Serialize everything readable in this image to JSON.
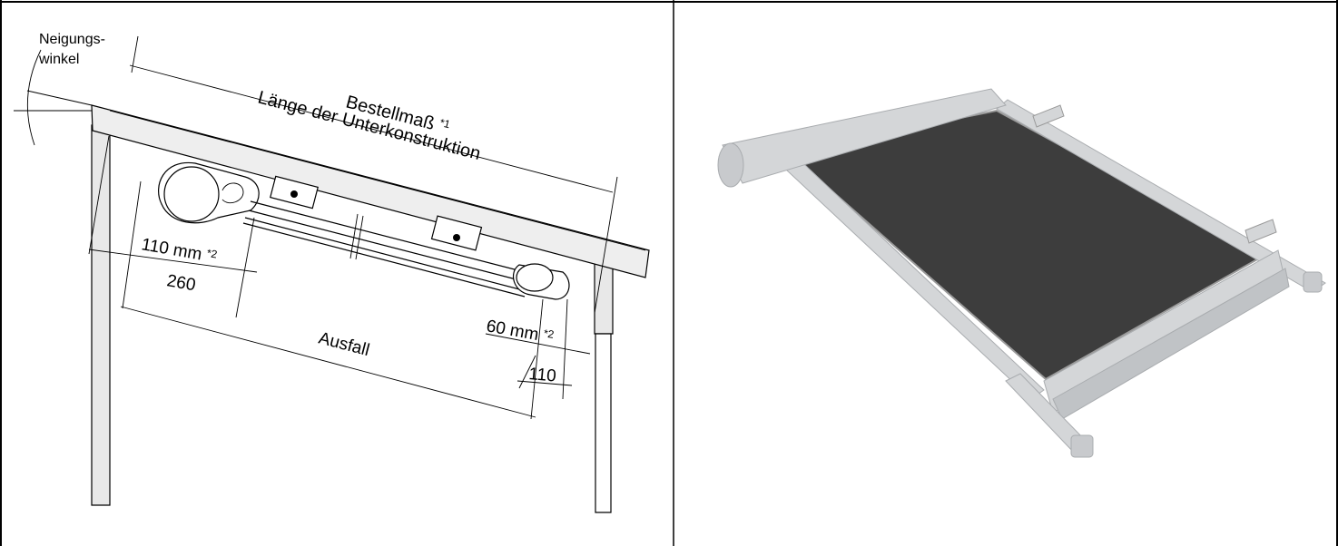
{
  "drawing": {
    "label_angle_line1": "Neigungs-",
    "label_angle_line2": "winkel",
    "label_order_size": "Bestellmaß",
    "label_order_size_note": "*1",
    "label_substructure_length": "Länge der Unterkonstruktion",
    "dim_110mm": "110 mm",
    "dim_110mm_note": "*2",
    "dim_260": "260",
    "dim_60mm": "60 mm",
    "dim_60mm_note": "*2",
    "dim_110": "110",
    "label_extension": "Ausfall"
  },
  "colors": {
    "fabric": "#3d3d3d",
    "frame": "#d4d6d8",
    "frame_shadow": "#a9acaf",
    "beam_fill": "#eeeeee",
    "border": "#000000"
  }
}
